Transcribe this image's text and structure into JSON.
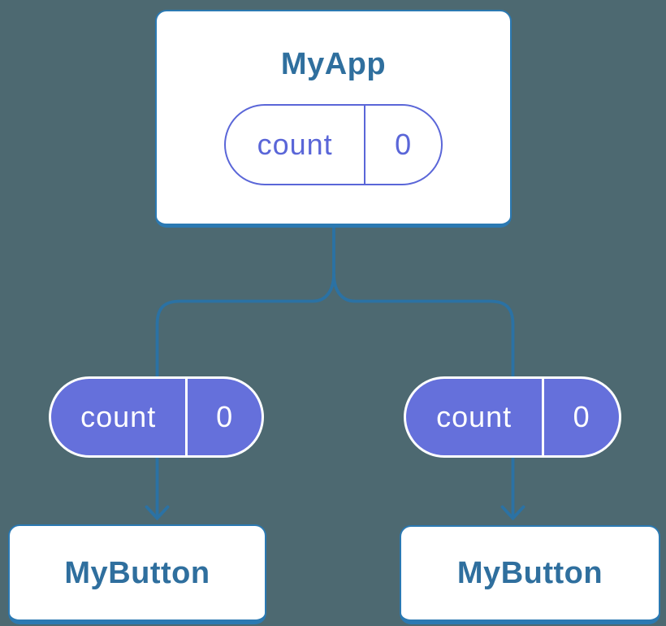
{
  "diagram": {
    "type": "component-state-tree",
    "root": {
      "title": "MyApp",
      "pill": {
        "label": "count",
        "value": "0",
        "style": "outline"
      }
    },
    "children": [
      {
        "title": "MyButton",
        "pill": {
          "label": "count",
          "value": "0",
          "style": "filled"
        }
      },
      {
        "title": "MyButton",
        "pill": {
          "label": "count",
          "value": "0",
          "style": "filled"
        }
      }
    ],
    "colors": {
      "background": "#4d6971",
      "connector": "#2b72a4",
      "box_border": "#2b79b2",
      "box_text": "#2f6f9e",
      "pill_purple": "#6570db",
      "pill_outline": "#5a66d8",
      "pill_text_light": "#ffffff"
    }
  }
}
